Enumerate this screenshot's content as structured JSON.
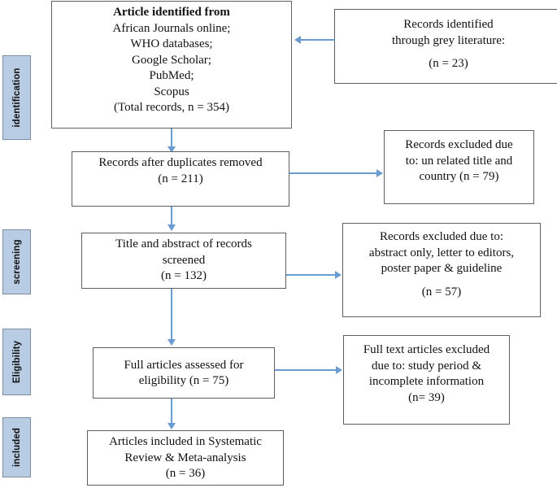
{
  "diagram": {
    "title": "PRISMA study selection flow diagram",
    "accent_color": "#6a9bd1",
    "phase_fill": "#b8cce4",
    "box_border": "#5f5f5f"
  },
  "phases": [
    {
      "id": "identification",
      "label": "identification"
    },
    {
      "id": "screening",
      "label": "screening"
    },
    {
      "id": "eligibility",
      "label": "Eligibility"
    },
    {
      "id": "included",
      "label": "included"
    }
  ],
  "nodes": {
    "identified": {
      "lines": [
        "Article identified from",
        "African Journals online;",
        "WHO databases;",
        "Google Scholar;",
        "PubMed;",
        "Scopus",
        "(Total records, n = 354)"
      ]
    },
    "grey_literature": {
      "lines": [
        "Records identified",
        "through grey literature:",
        "",
        "(n = 23)"
      ]
    },
    "after_duplicates": {
      "lines": [
        "Records after duplicates removed",
        "(n = 211)"
      ]
    },
    "excluded_title_country": {
      "lines": [
        "Records excluded due",
        "to: un related title and",
        "country (n = 79)"
      ]
    },
    "screened": {
      "lines": [
        "Title and abstract of records",
        "screened",
        "(n = 132)"
      ]
    },
    "excluded_abstract": {
      "lines": [
        "Records excluded due to:",
        "abstract only, letter to editors,",
        "poster paper & guideline",
        "",
        "(n = 57)"
      ]
    },
    "full_articles": {
      "lines": [
        "Full articles assessed for",
        "eligibility (n = 75)"
      ]
    },
    "excluded_fulltext": {
      "lines": [
        "Full text articles excluded",
        "due to: study period &",
        "incomplete information",
        "(n= 39)"
      ]
    },
    "included_final": {
      "lines": [
        "Articles included in Systematic",
        "Review & Meta-analysis",
        "(n = 36)"
      ]
    }
  },
  "counts": {
    "total_records": 354,
    "grey_literature": 23,
    "after_duplicates": 211,
    "excluded_title_country": 79,
    "screened": 132,
    "excluded_abstract": 57,
    "full_articles": 75,
    "excluded_fulltext": 39,
    "included_final": 36
  }
}
